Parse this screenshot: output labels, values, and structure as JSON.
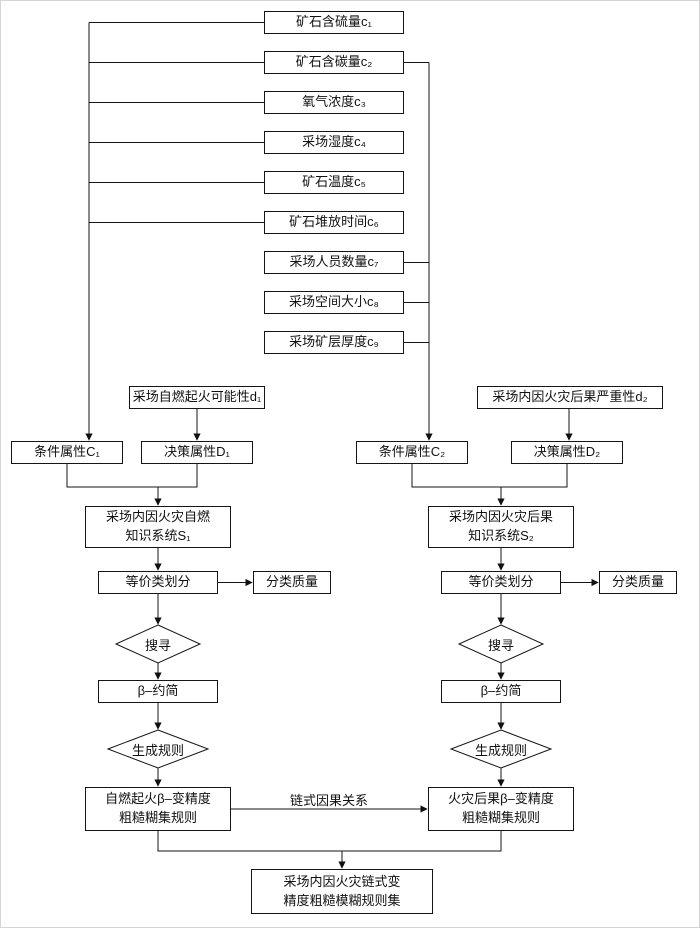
{
  "figure": {
    "top_inputs": [
      "矿石含硫量c₁",
      "矿石含碳量c₂",
      "氧气浓度c₃",
      "采场湿度c₄",
      "矿石温度c₅",
      "矿石堆放时间c₆",
      "采场人员数量c₇",
      "采场空间大小c₈",
      "采场矿层厚度c₉"
    ],
    "left": {
      "decision_source": "采场自燃起火可能性d₁",
      "condition_attr": "条件属性C₁",
      "decision_attr": "决策属性D₁",
      "knowledge_system": "采场内因火灾自燃\n知识系统S₁",
      "equivalence_partition": "等价类划分",
      "classification_quality": "分类质量",
      "search": "搜寻",
      "beta_reduction": "β–约简",
      "generate_rules": "生成规则",
      "rules_box": "自燃起火β–变精度\n粗糙糊集规则"
    },
    "right": {
      "decision_source": "采场内因火灾后果严重性d₂",
      "condition_attr": "条件属性C₂",
      "decision_attr": "决策属性D₂",
      "knowledge_system": "采场内因火灾后果\n知识系统S₂",
      "equivalence_partition": "等价类划分",
      "classification_quality": "分类质量",
      "search": "搜寻",
      "beta_reduction": "β–约简",
      "generate_rules": "生成规则",
      "rules_box": "火灾后果β–变精度\n粗糙糊集规则"
    },
    "chain_arrow_label": "链式因果关系",
    "final_box": "采场内因火灾链式变\n精度粗糙模糊规则集"
  }
}
